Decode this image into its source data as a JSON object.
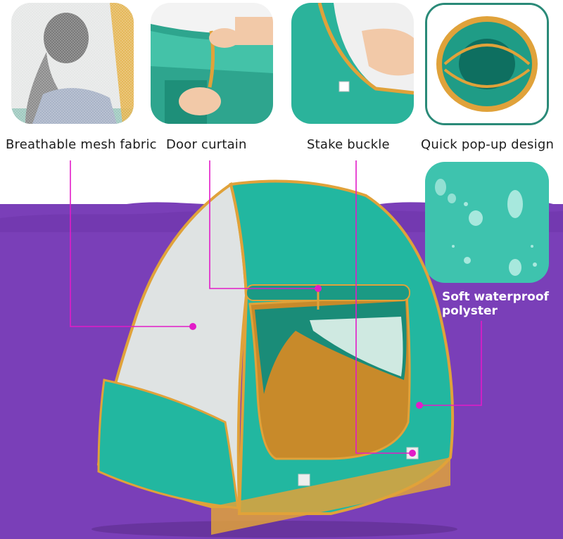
{
  "features": {
    "mesh": "Breathable mesh fabric",
    "door": "Door curtain",
    "stake": "Stake buckle",
    "popup": "Quick pop-up design",
    "waterproof_line1": "Soft waterproof",
    "waterproof_line2": "polyster"
  },
  "colors": {
    "accent_purple": "#7a3fb8",
    "callout_magenta": "#e21cc8",
    "tent_teal": "#22b7a0",
    "tent_trim": "#e0a23a"
  }
}
